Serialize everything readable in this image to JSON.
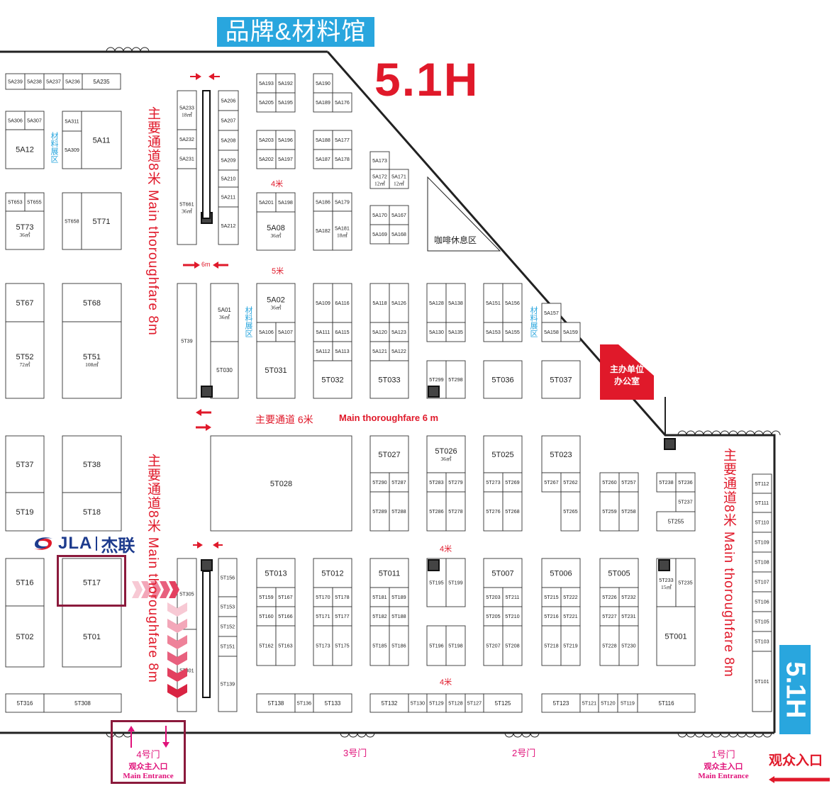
{
  "hall": {
    "title": "品牌&材料馆",
    "code": "5.1H",
    "code_side": "5.1H"
  },
  "colors": {
    "accent_red": "#e0192a",
    "accent_blue": "#29a6de",
    "entrance_pink": "#e0127a",
    "highlight": "#8b1a3c",
    "jla_blue": "#1d3b8d"
  },
  "aisles": {
    "main_8m_left_top": "主要通道8米 Main thoroughfare 8m",
    "main_8m_left_bottom": "主要通道8米 Main thoroughfare 8m",
    "main_8m_right": "主要通道8米 Main thoroughfare 8m",
    "main_6m": "主要通道 6米",
    "main_6m_en": "Main thoroughfare 6 m",
    "width_4m_a": "4米",
    "width_5m": "5米",
    "width_6m": "6m",
    "width_4m_b": "4米",
    "width_4m_c": "4米"
  },
  "zones": {
    "material_zone_1": "材料展区",
    "material_zone_2": "材料展区",
    "material_zone_3": "材料展区",
    "cafe": "咖啡休息区",
    "office_line1": "主办单位",
    "office_line2": "办公室"
  },
  "logo": {
    "brand": "JLA",
    "brand_cn": "杰联",
    "icon": "jla-swirl-icon"
  },
  "gates": {
    "gate4": {
      "num": "4号门",
      "cn": "观众主入口",
      "en": "Main Entrance"
    },
    "gate3": "3号门",
    "gate2": "2号门",
    "gate1": {
      "num": "1号门",
      "cn": "观众主入口",
      "en": "Main Entrance"
    },
    "visitor_entrance": "观众入口"
  },
  "booths": [
    {
      "id": "5A239"
    },
    {
      "id": "5A238"
    },
    {
      "id": "5A237"
    },
    {
      "id": "5A236"
    },
    {
      "id": "5A235"
    },
    {
      "id": "5A306"
    },
    {
      "id": "5A307"
    },
    {
      "id": "5A12"
    },
    {
      "id": "5A311"
    },
    {
      "id": "5A309"
    },
    {
      "id": "5A11"
    },
    {
      "id": "5T653"
    },
    {
      "id": "5T655"
    },
    {
      "id": "5T73",
      "area": "36㎡"
    },
    {
      "id": "5T658"
    },
    {
      "id": "5T71"
    },
    {
      "id": "5T67"
    },
    {
      "id": "5T68"
    },
    {
      "id": "5T52",
      "area": "72㎡"
    },
    {
      "id": "5T51",
      "area": "108㎡"
    },
    {
      "id": "5T37"
    },
    {
      "id": "5T38"
    },
    {
      "id": "5T19"
    },
    {
      "id": "5T18"
    },
    {
      "id": "5T16"
    },
    {
      "id": "5T17"
    },
    {
      "id": "5T02"
    },
    {
      "id": "5T01"
    },
    {
      "id": "5T316"
    },
    {
      "id": "5T308"
    },
    {
      "id": "5A233",
      "area": "18㎡"
    },
    {
      "id": "5A232"
    },
    {
      "id": "5A231"
    },
    {
      "id": "5T661",
      "area": "36㎡"
    },
    {
      "id": "5A206"
    },
    {
      "id": "5A207"
    },
    {
      "id": "5A208"
    },
    {
      "id": "5A209"
    },
    {
      "id": "5A210"
    },
    {
      "id": "5A211"
    },
    {
      "id": "5A212"
    },
    {
      "id": "5T39"
    },
    {
      "id": "5A01",
      "area": "36㎡"
    },
    {
      "id": "5T030"
    },
    {
      "id": "5T305"
    },
    {
      "id": "5T301"
    },
    {
      "id": "5T156"
    },
    {
      "id": "5T153"
    },
    {
      "id": "5T152"
    },
    {
      "id": "5T151"
    },
    {
      "id": "5T139"
    },
    {
      "id": "5A193"
    },
    {
      "id": "5A192"
    },
    {
      "id": "5A205"
    },
    {
      "id": "5A195"
    },
    {
      "id": "5A203"
    },
    {
      "id": "5A196"
    },
    {
      "id": "5A202"
    },
    {
      "id": "5A197"
    },
    {
      "id": "5A201"
    },
    {
      "id": "5A198"
    },
    {
      "id": "5A08",
      "area": "36㎡"
    },
    {
      "id": "5A02",
      "area": "36㎡"
    },
    {
      "id": "5A106"
    },
    {
      "id": "5A107"
    },
    {
      "id": "5T031"
    },
    {
      "id": "5A190"
    },
    {
      "id": "5A189"
    },
    {
      "id": "5A176"
    },
    {
      "id": "5A188"
    },
    {
      "id": "5A177"
    },
    {
      "id": "5A187"
    },
    {
      "id": "5A178"
    },
    {
      "id": "5A186"
    },
    {
      "id": "5A179"
    },
    {
      "id": "5A182"
    },
    {
      "id": "5A181",
      "area": "18㎡"
    },
    {
      "id": "5A109"
    },
    {
      "id": "6A116"
    },
    {
      "id": "5A111"
    },
    {
      "id": "6A115"
    },
    {
      "id": "5A112"
    },
    {
      "id": "5A113"
    },
    {
      "id": "5T032"
    },
    {
      "id": "5A173"
    },
    {
      "id": "5A172",
      "area": "12㎡"
    },
    {
      "id": "5A171",
      "area": "12㎡"
    },
    {
      "id": "5A170"
    },
    {
      "id": "5A167"
    },
    {
      "id": "5A169"
    },
    {
      "id": "5A168"
    },
    {
      "id": "5A118"
    },
    {
      "id": "5A126"
    },
    {
      "id": "5A120"
    },
    {
      "id": "5A123"
    },
    {
      "id": "5A121"
    },
    {
      "id": "5A122"
    },
    {
      "id": "5T033"
    },
    {
      "id": "5A128"
    },
    {
      "id": "5A138"
    },
    {
      "id": "5A130"
    },
    {
      "id": "5A135"
    },
    {
      "id": "5T299"
    },
    {
      "id": "5T298"
    },
    {
      "id": "5A151"
    },
    {
      "id": "5A156"
    },
    {
      "id": "5A153"
    },
    {
      "id": "5A155"
    },
    {
      "id": "5T036"
    },
    {
      "id": "5A157"
    },
    {
      "id": "5A158"
    },
    {
      "id": "5A159"
    },
    {
      "id": "5T037"
    },
    {
      "id": "5T028"
    },
    {
      "id": "5T027"
    },
    {
      "id": "5T290"
    },
    {
      "id": "5T287"
    },
    {
      "id": "5T289"
    },
    {
      "id": "5T288"
    },
    {
      "id": "5T026",
      "area": "36㎡"
    },
    {
      "id": "5T283"
    },
    {
      "id": "5T279"
    },
    {
      "id": "5T286"
    },
    {
      "id": "5T278"
    },
    {
      "id": "5T025"
    },
    {
      "id": "5T273"
    },
    {
      "id": "5T269"
    },
    {
      "id": "5T276"
    },
    {
      "id": "5T268"
    },
    {
      "id": "5T023"
    },
    {
      "id": "5T267"
    },
    {
      "id": "5T262"
    },
    {
      "id": "5T265"
    },
    {
      "id": "5T260"
    },
    {
      "id": "5T257"
    },
    {
      "id": "5T259"
    },
    {
      "id": "5T258"
    },
    {
      "id": "5T238"
    },
    {
      "id": "5T236"
    },
    {
      "id": "5T237"
    },
    {
      "id": "5T255"
    },
    {
      "id": "5T013"
    },
    {
      "id": "5T159"
    },
    {
      "id": "5T167"
    },
    {
      "id": "5T160"
    },
    {
      "id": "5T166"
    },
    {
      "id": "5T162"
    },
    {
      "id": "5T163"
    },
    {
      "id": "5T012"
    },
    {
      "id": "5T170"
    },
    {
      "id": "5T178"
    },
    {
      "id": "5T171"
    },
    {
      "id": "5T177"
    },
    {
      "id": "5T173"
    },
    {
      "id": "5T175"
    },
    {
      "id": "5T011"
    },
    {
      "id": "5T181"
    },
    {
      "id": "5T189"
    },
    {
      "id": "5T182"
    },
    {
      "id": "5T188"
    },
    {
      "id": "5T185"
    },
    {
      "id": "5T186"
    },
    {
      "id": "5T195"
    },
    {
      "id": "5T199"
    },
    {
      "id": "5T196"
    },
    {
      "id": "5T198"
    },
    {
      "id": "5T007"
    },
    {
      "id": "5T203"
    },
    {
      "id": "5T211"
    },
    {
      "id": "5T205"
    },
    {
      "id": "5T210"
    },
    {
      "id": "5T207"
    },
    {
      "id": "5T208"
    },
    {
      "id": "5T006"
    },
    {
      "id": "5T215"
    },
    {
      "id": "5T222"
    },
    {
      "id": "5T216"
    },
    {
      "id": "5T221"
    },
    {
      "id": "5T218"
    },
    {
      "id": "5T219"
    },
    {
      "id": "5T005"
    },
    {
      "id": "5T226"
    },
    {
      "id": "5T232"
    },
    {
      "id": "5T227"
    },
    {
      "id": "5T231"
    },
    {
      "id": "5T228"
    },
    {
      "id": "5T230"
    },
    {
      "id": "5T233",
      "area": "15㎡"
    },
    {
      "id": "5T235"
    },
    {
      "id": "5T001"
    },
    {
      "id": "5T112"
    },
    {
      "id": "5T111"
    },
    {
      "id": "5T110"
    },
    {
      "id": "5T109"
    },
    {
      "id": "5T108"
    },
    {
      "id": "5T107"
    },
    {
      "id": "5T106"
    },
    {
      "id": "5T105"
    },
    {
      "id": "5T103"
    },
    {
      "id": "5T101"
    },
    {
      "id": "5T138"
    },
    {
      "id": "5T136"
    },
    {
      "id": "5T133"
    },
    {
      "id": "5T132"
    },
    {
      "id": "5T130"
    },
    {
      "id": "5T129"
    },
    {
      "id": "5T128"
    },
    {
      "id": "5T127"
    },
    {
      "id": "5T125"
    },
    {
      "id": "5T123"
    },
    {
      "id": "5T121"
    },
    {
      "id": "5T120"
    },
    {
      "id": "5T119"
    },
    {
      "id": "5T116"
    }
  ]
}
